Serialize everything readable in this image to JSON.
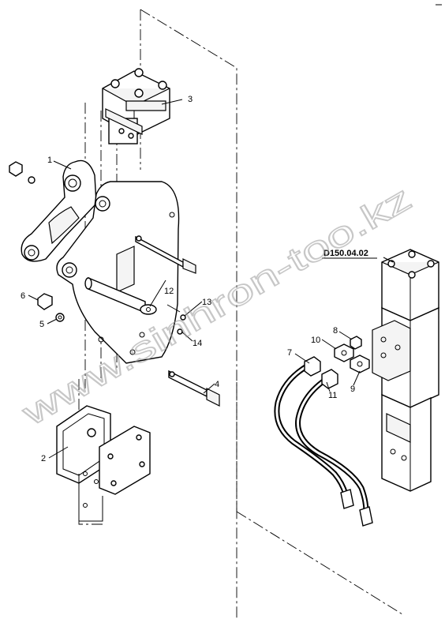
{
  "drawing_code": "D150.04.02",
  "watermark": "www.sinhron-too.kz",
  "callouts": {
    "c1": "1",
    "c2": "2",
    "c3": "3",
    "c4": "4",
    "c5": "5",
    "c6": "6",
    "c7": "7",
    "c8": "8",
    "c9": "9",
    "c10": "10",
    "c11": "11",
    "c12": "12",
    "c13": "13",
    "c14": "14"
  },
  "colors": {
    "line": "#000000",
    "watermark": "#9a9a9a",
    "background": "#ffffff"
  }
}
